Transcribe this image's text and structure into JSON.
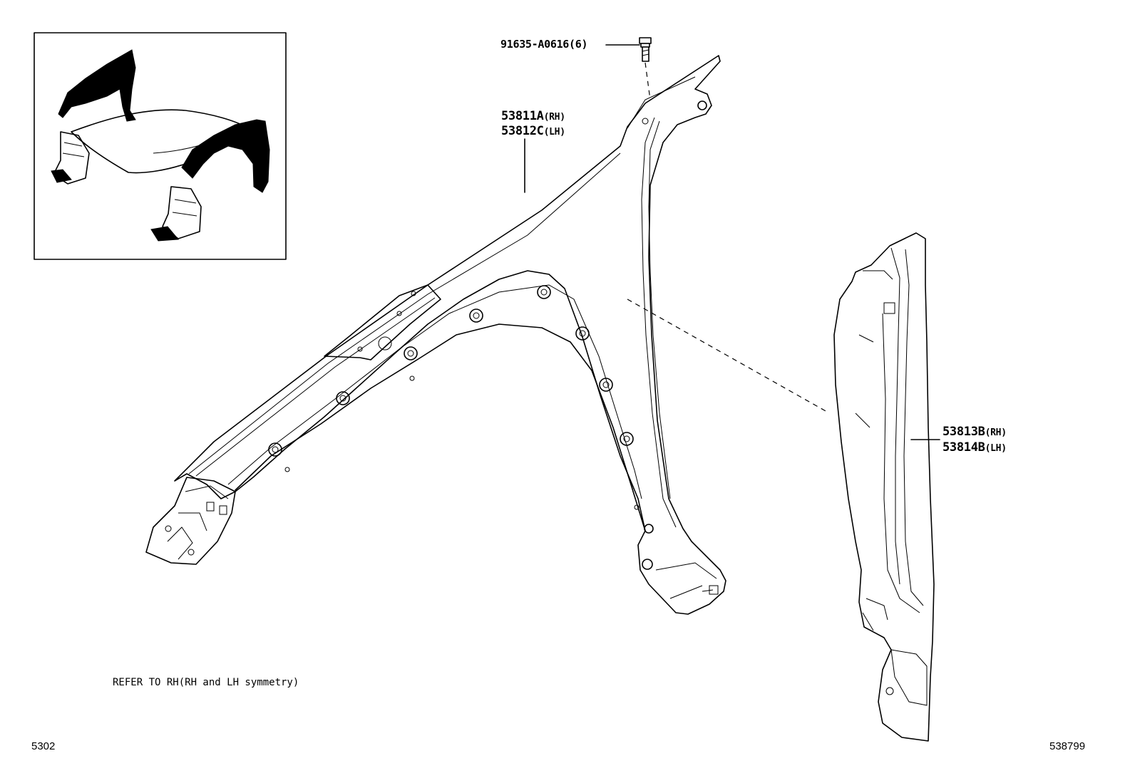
{
  "labels": {
    "bolt": "91635-A0616(6)",
    "fender_rh_num": "53811A",
    "fender_rh_suffix": "(RH)",
    "fender_lh_num": "53812C",
    "fender_lh_suffix": "(LH)",
    "liner_rh_num": "53813B",
    "liner_rh_suffix": "(RH)",
    "liner_lh_num": "53814B",
    "liner_lh_suffix": "(LH)"
  },
  "note": "REFER TO RH(RH and LH symmetry)",
  "footer": {
    "left_code": "5302",
    "right_code": "538799"
  }
}
